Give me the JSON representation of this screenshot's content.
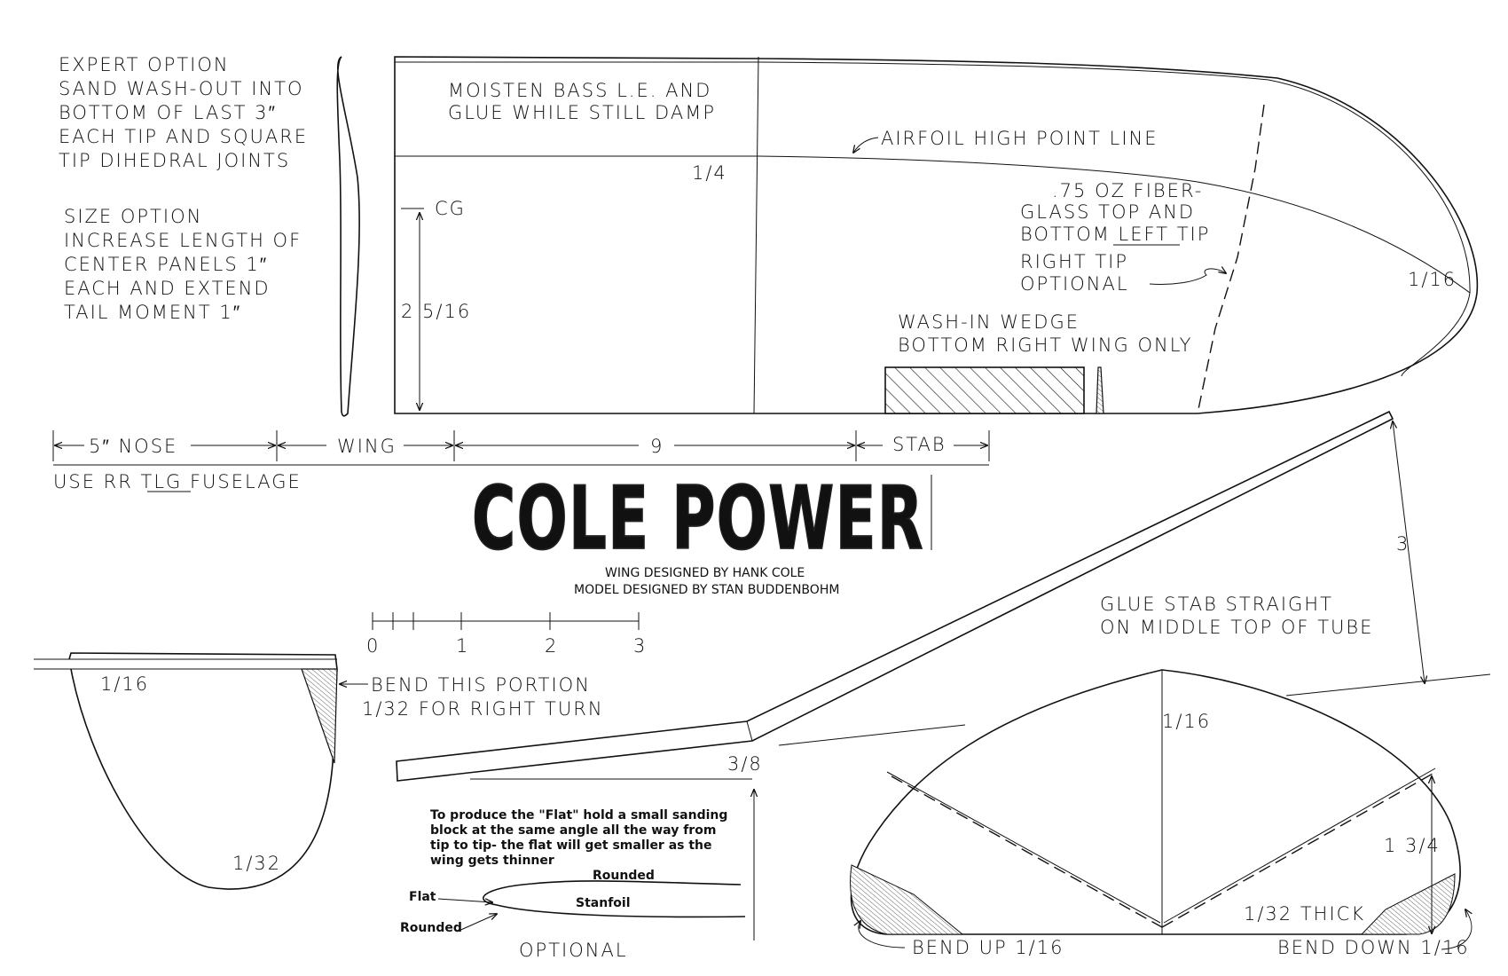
{
  "title": "COLE POWER",
  "credits": {
    "wing": "WING DESIGNED BY HANK COLE",
    "model": "MODEL DESIGNED BY STAN BUDDENBOHM"
  },
  "notes": {
    "expert": [
      "EXPERT OPTION",
      "SAND WASH-OUT INTO",
      "BOTTOM OF LAST 3″",
      "EACH TIP AND SQUARE",
      "TIP DIHEDRAL JOINTS"
    ],
    "size": [
      "SIZE OPTION",
      "INCREASE LENGTH OF",
      "CENTER PANELS 1″",
      "EACH AND EXTEND",
      "TAIL MOMENT 1″"
    ],
    "moisten": [
      "MOISTEN BASS L.E. AND",
      "GLUE WHILE STILL DAMP"
    ],
    "airfoil_line": "AIRFOIL HIGH POINT LINE",
    "fiberglass": [
      ".75 OZ FIBER-",
      "GLASS TOP AND",
      "BOTTOM LEFT TIP",
      "RIGHT TIP",
      "OPTIONAL"
    ],
    "wash_in": [
      "WASH-IN WEDGE",
      "BOTTOM RIGHT WING ONLY"
    ],
    "glue_stab": [
      "GLUE STAB STRAIGHT",
      "ON MIDDLE TOP OF TUBE"
    ],
    "bend_fin": [
      "BEND THIS PORTION",
      "1/32 FOR RIGHT TURN"
    ],
    "fuselage": "USE RR TLG FUSELAGE",
    "flat_instructions": [
      "To produce the \"Flat\" hold a small sanding",
      "block at the same angle all the way from",
      "tip to tip- the flat will get smaller as the",
      "wing gets thinner"
    ],
    "optional": "OPTIONAL",
    "bend_up": "BEND UP 1/16",
    "bend_down": "BEND DOWN 1/16",
    "thick": "1/32 THICK"
  },
  "dimensions": {
    "wing_quarter": "1/4",
    "cg": "CG",
    "cg_distance": "2 5/16",
    "wing_tip": "1/16",
    "nose": "5″ NOSE",
    "wing": "WING",
    "nine": "9",
    "stab": "STAB",
    "stab_height": "3",
    "root_thickness": "3/8",
    "fin_top": "1/16",
    "fin_bottom": "1/32",
    "stab_center": "1/16",
    "stab_tip_height": "1 3/4"
  },
  "scale_labels": [
    "0",
    "1",
    "2",
    "3"
  ],
  "airfoil_labels": {
    "rounded_top": "Rounded",
    "flat": "Flat",
    "stanfoil": "Stanfoil",
    "rounded_bottom": "Rounded"
  }
}
